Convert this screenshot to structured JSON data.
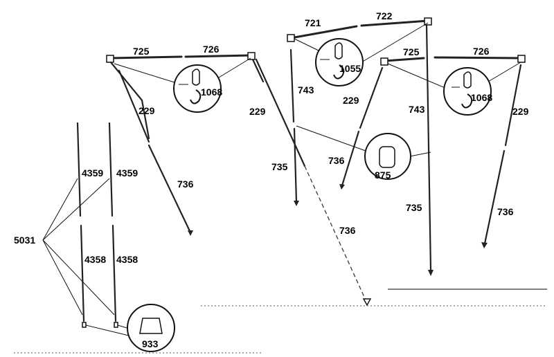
{
  "labels": {
    "p725a": "725",
    "p726a": "726",
    "p1068a": "1068",
    "p229a": "229",
    "p736a": "736",
    "p4359a": "4359",
    "p4359b": "4359",
    "p5031": "5031",
    "p4358a": "4358",
    "p4358b": "4358",
    "p933": "933",
    "p721": "721",
    "p722": "722",
    "p1055": "1055",
    "p743a": "743",
    "p229b": "229",
    "p735a": "735",
    "p736b": "736",
    "p229c": "229",
    "p736c": "736",
    "p875": "875",
    "p725b": "725",
    "p726b": "726",
    "p1068b": "1068",
    "p743b": "743",
    "p229d": "229",
    "p735b": "735",
    "p736d": "736"
  }
}
